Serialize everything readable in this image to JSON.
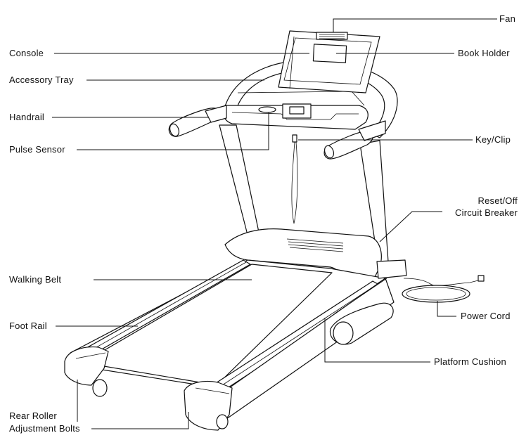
{
  "labels": {
    "fan": "Fan",
    "console": "Console",
    "book_holder": "Book Holder",
    "accessory_tray": "Accessory Tray",
    "handrail": "Handrail",
    "pulse_sensor": "Pulse Sensor",
    "key_clip": "Key/Clip",
    "reset_off_line1": "Reset/Off",
    "reset_off_line2": "Circuit Breaker",
    "walking_belt": "Walking Belt",
    "power_cord": "Power Cord",
    "foot_rail": "Foot Rail",
    "platform_cushion": "Platform Cushion",
    "rear_roller_line1": "Rear Roller",
    "rear_roller_line2": "Adjustment Bolts"
  }
}
